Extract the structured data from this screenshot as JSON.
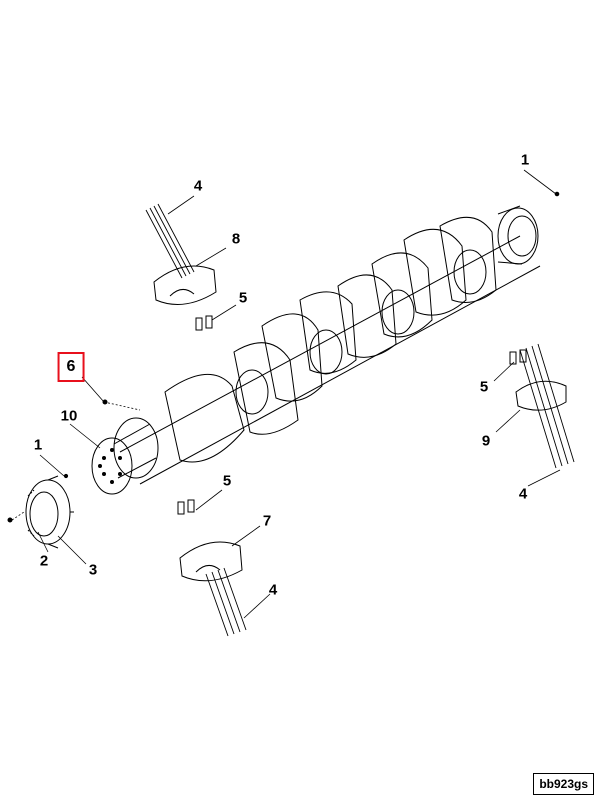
{
  "diagram": {
    "highlighted_callout": "6",
    "callouts": {
      "c1_top": "1",
      "c4_top": "4",
      "c8": "8",
      "c5_upper": "5",
      "c6": "6",
      "c10": "10",
      "c1_left": "1",
      "c5_right": "5",
      "c9": "9",
      "c4_right": "4",
      "c5_lower": "5",
      "c7": "7",
      "c2": "2",
      "c3": "3",
      "c4_bottom": "4"
    },
    "reference_code": "bb923gs",
    "colors": {
      "highlight": "#e8101c",
      "line": "#000000"
    }
  }
}
